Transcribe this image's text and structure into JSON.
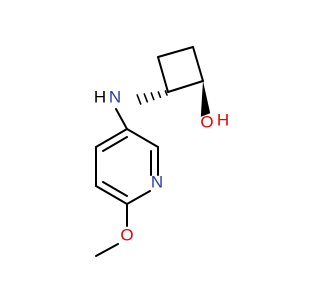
{
  "colors": {
    "background": "#ffffff",
    "bond": "#000000",
    "nitrogen": "#2f3ba8",
    "oxygen": "#e4050a"
  },
  "atoms": {
    "amine_n": "N",
    "amine_h": "H",
    "pyridine_n": "N",
    "hydroxyl_o": "O",
    "hydroxyl_h": "H",
    "methoxy_o": "O"
  }
}
